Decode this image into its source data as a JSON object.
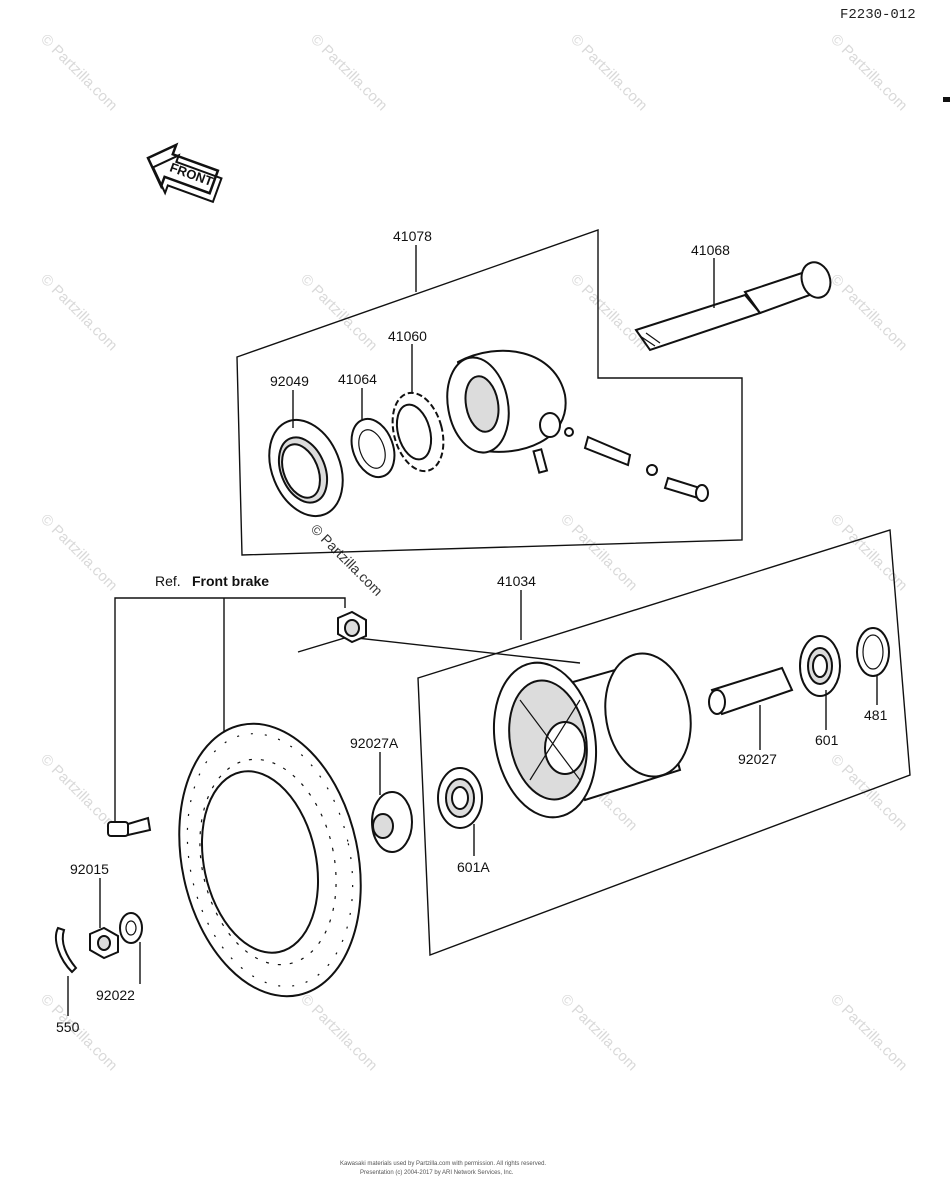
{
  "diagram_code": "F2230-012",
  "front_label": "FRONT",
  "ref_prefix": "Ref.",
  "ref_name": "Front brake",
  "watermark": "© Partzilla.com",
  "footer_line1": "Kawasaki materials used by Partzilla.com with permission. All rights reserved.",
  "footer_line2": "Presentation (c) 2004-2017 by ARI Network Services, Inc.",
  "callouts": {
    "p41078": "41078",
    "p41068": "41068",
    "p41060": "41060",
    "p92049": "92049",
    "p41064": "41064",
    "p41034": "41034",
    "p92027A": "92027A",
    "p601A": "601A",
    "p92027": "92027",
    "p601": "601",
    "p481": "481",
    "p92015": "92015",
    "p92022": "92022",
    "p550": "550"
  }
}
